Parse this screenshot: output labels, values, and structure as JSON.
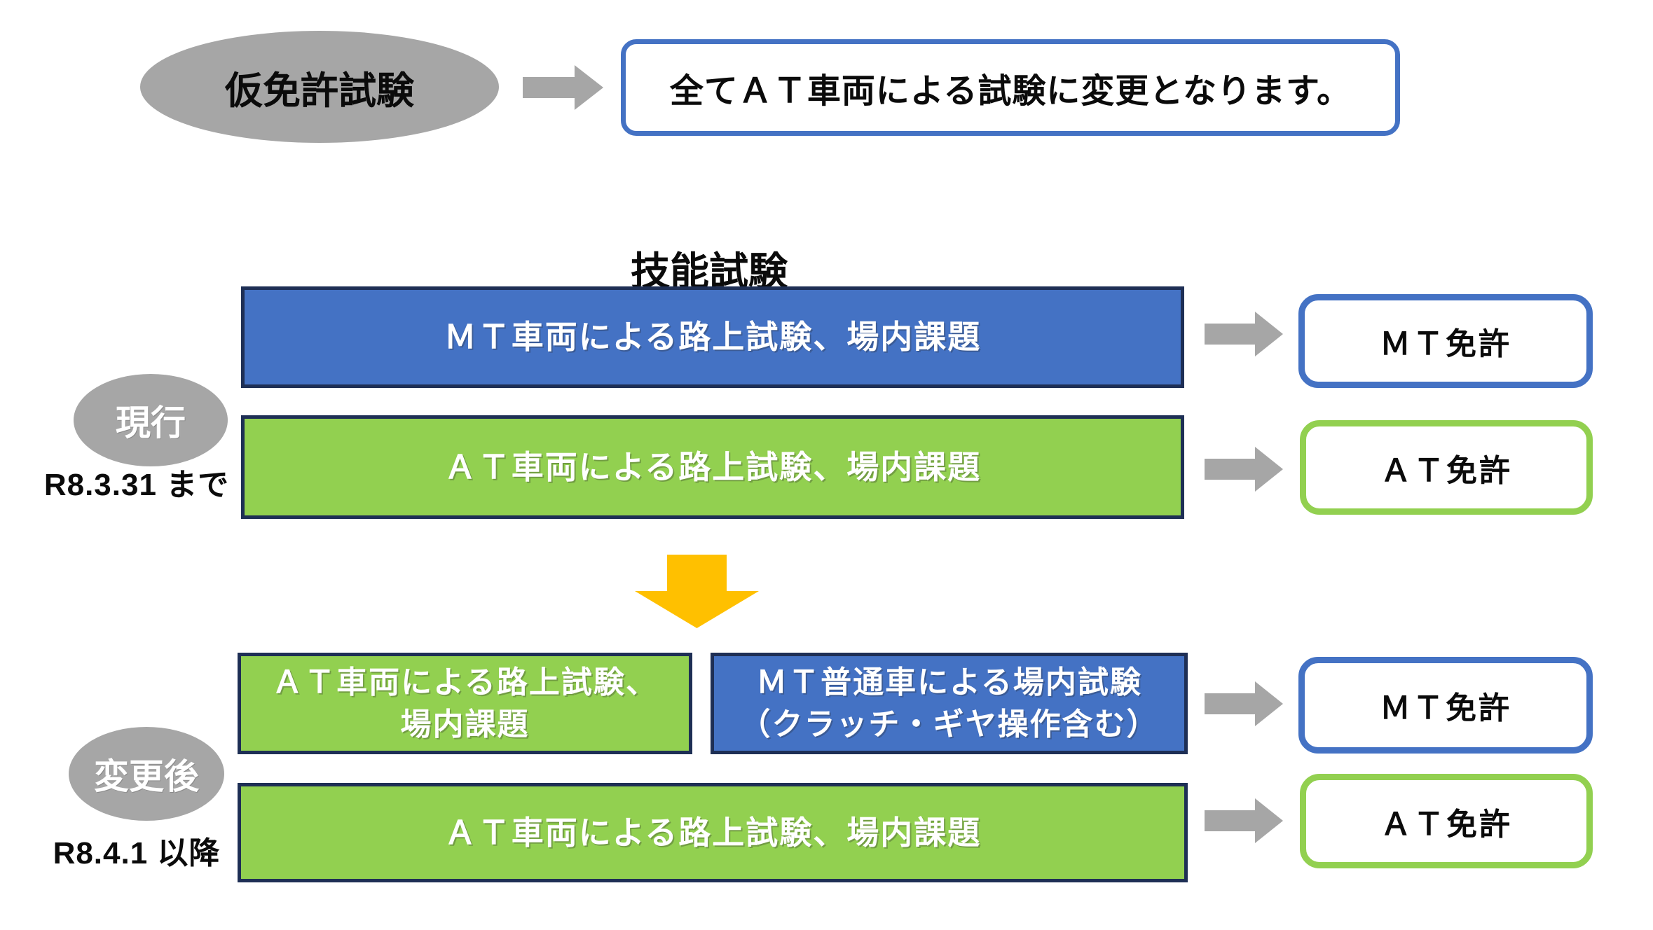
{
  "colors": {
    "blue": "#4472C4",
    "green": "#92D050",
    "navy": "#1E2F55",
    "gray": "#A6A6A6",
    "orange": "#FFC000",
    "text": "#0B0B0B",
    "white_text": "#FFFFFF"
  },
  "icons": {
    "right_arrow": "right-block-arrow",
    "down_arrow": "down-block-arrow"
  },
  "top_flow": {
    "source_label": "仮免許試験",
    "result_text": "全てＡＴ車両による試験に変更となります。"
  },
  "skill_test": {
    "title": "技能試験",
    "current": {
      "stage_label": "現行",
      "period_label": "R8.3.31 まで",
      "mt_row": {
        "test_text": "ＭＴ車両による路上試験、場内課題",
        "license_label": "ＭＴ免許"
      },
      "at_row": {
        "test_text": "ＡＴ車両による路上試験、場内課題",
        "license_label": "ＡＴ免許"
      }
    },
    "after": {
      "stage_label": "変更後",
      "period_label": "R8.4.1 以降",
      "mt_row": {
        "at_test_line1": "ＡＴ車両による路上試験、",
        "at_test_line2": "場内課題",
        "mt_test_line1": "ＭＴ普通車による場内試験",
        "mt_test_line2": "（クラッチ・ギヤ操作含む）",
        "license_label": "ＭＴ免許"
      },
      "at_row": {
        "test_text": "ＡＴ車両による路上試験、場内課題",
        "license_label": "ＡＴ免許"
      }
    }
  }
}
